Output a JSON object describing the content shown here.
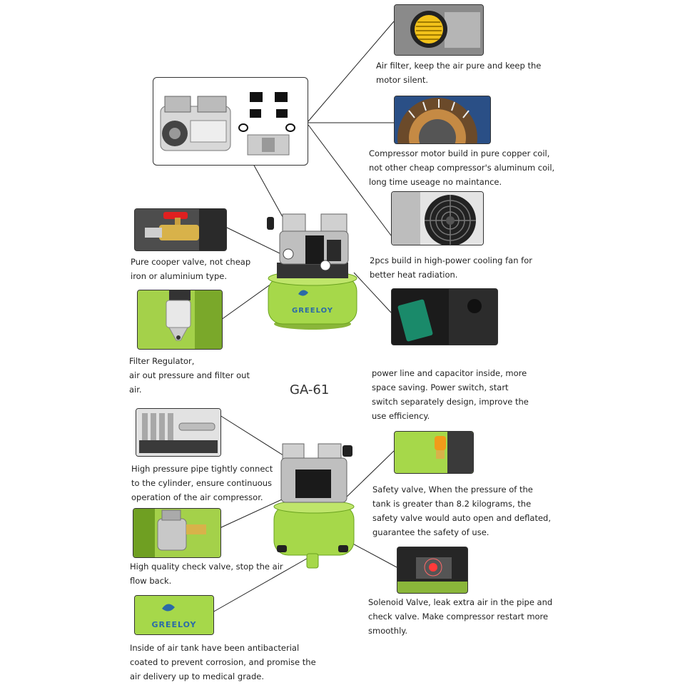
{
  "model_label": "GA-61",
  "brand": "GREELOY",
  "captions": {
    "air_filter": "Air filter, keep the air pure and keep the\nmotor silent.",
    "motor": "Compressor motor build in pure copper coil,\nnot other cheap compressor's aluminum coil,\nlong time useage no maintance.",
    "cooling_fan": "2pcs build in high-power cooling fan for\nbetter heat radiation.",
    "copper_valve": "Pure cooper valve, not cheap\niron or aluminium type.",
    "filter_regulator": "Filter Regulator,\nair out pressure and filter out\nair.",
    "power_box": "power line and capacitor inside, more\nspace saving. Power switch, start\nswitch separately design, improve the\nuse efficiency.",
    "high_pressure_pipe": "High pressure pipe tightly connect\nto the cylinder, ensure continuous\noperation of the air compressor.",
    "safety_valve": "Safety valve, When the pressure of the\ntank is greater than 8.2 kilograms, the\nsafety valve would auto open and deflated,\nguarantee the safety of use.",
    "check_valve": "High quality check valve, stop the air\nflow back.",
    "solenoid_valve": "Solenoid Valve, leak extra air in the pipe and\ncheck valve. Make compressor restart more\nsmoothly.",
    "air_tank": "Inside of air tank have been antibacterial\ncoated to prevent corrosion, and promise the\nair delivery up to medical grade."
  },
  "icons": {
    "pump_icon": "pump-head",
    "fan_icon": "fan",
    "valve_icon": "valve"
  },
  "colors": {
    "tank_green": "#a6d84a",
    "tank_dark": "#6aa21f",
    "metal": "#c8c8c8",
    "line": "#222222"
  }
}
